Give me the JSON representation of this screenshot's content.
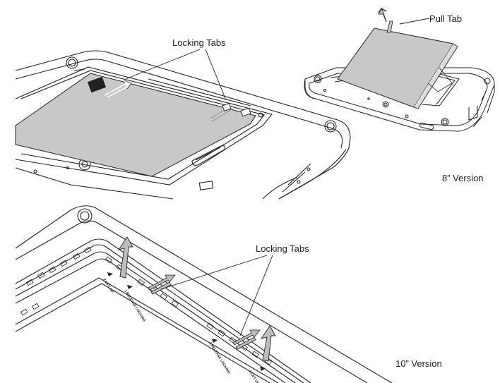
{
  "labels": {
    "locking_tabs_top": "Locking Tabs",
    "pull_tab": "Pull Tab",
    "version_8": "8” Version",
    "locking_tabs_bottom": "Locking Tabs",
    "version_10": "10” Version"
  },
  "instructions": {
    "lift_up": "2.LIFT UP",
    "release_locking": "1.RELEASE LOCKING"
  },
  "colors": {
    "battery_fill": "#c8c8c8",
    "line": "#222222",
    "arrow_fill": "#bdbdbd"
  }
}
